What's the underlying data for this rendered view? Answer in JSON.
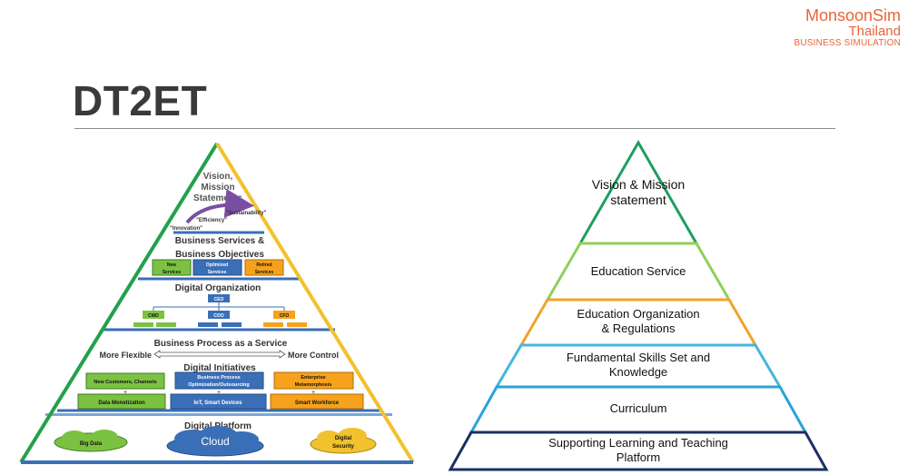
{
  "logo": {
    "line1": "MonsoonSim",
    "line2": "Thailand",
    "line3": "BUSINESS SIMULATION"
  },
  "title": "DT2ET",
  "left_pyramid": {
    "apex": {
      "line1": "Vision,",
      "line2": "Mission",
      "line3": "Statements",
      "quote_sustainability": "\"Sustainability\"",
      "quote_efficiency": "\"Efficiency\"",
      "quote_innovation": "\"Innovation\""
    },
    "services": {
      "title1": "Business Services &",
      "title2": "Business Objectives",
      "box_new1": "New",
      "box_new2": "Services",
      "box_opt1": "Optimized",
      "box_opt2": "Services",
      "box_ret1": "Retired",
      "box_ret2": "Services"
    },
    "organization": {
      "title": "Digital Organization",
      "ceo": "CEO",
      "cmo": "CMO",
      "coo": "COO",
      "cfo": "CFO"
    },
    "process": {
      "title": "Business Process as a Service",
      "left": "More Flexible",
      "right": "More Control"
    },
    "initiatives": {
      "title": "Digital Initiatives",
      "b1": "New Customers, Channels",
      "b2a": "Business Process",
      "b2b": "Optimization/Outsourcing",
      "b3a": "Enterprise",
      "b3b": "Metamorphosis",
      "b4": "Data Monetization",
      "b5": "IoT, Smart Devices",
      "b6": "Smart Workforce"
    },
    "platform": {
      "title": "Digital Platform",
      "cloud1": "Big Data",
      "cloud2": "Cloud",
      "cloud3a": "Digital",
      "cloud3b": "Security"
    }
  },
  "right_pyramid": {
    "layers": [
      {
        "line1": "Vision & Mission",
        "line2": "statement",
        "color": "#1e9e61"
      },
      {
        "line1": "Education Service",
        "line2": "",
        "color": "#8fd05a"
      },
      {
        "line1": "Education Organization",
        "line2": "& Regulations",
        "color": "#f2a329"
      },
      {
        "line1": "Fundamental Skills Set and",
        "line2": "Knowledge",
        "color": "#45b6dd"
      },
      {
        "line1": "Curriculum",
        "line2": "",
        "color": "#2aa3d8"
      },
      {
        "line1": "Supporting Learning and Teaching",
        "line2": "Platform",
        "color": "#1b2f63"
      }
    ]
  },
  "colors": {
    "green": "#22a14a",
    "yellow": "#f2c12e",
    "blue": "#3a6fb8",
    "orange": "#f6a21c",
    "lightgreen": "#7cc242"
  }
}
